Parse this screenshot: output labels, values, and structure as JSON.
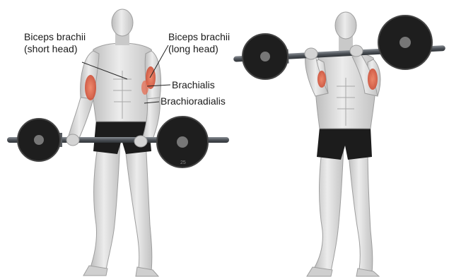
{
  "labels": {
    "biceps_short_line1": "Biceps brachii",
    "biceps_short_line2": "(short head)",
    "biceps_long_line1": "Biceps brachii",
    "biceps_long_line2": "(long head)",
    "brachialis": "Brachialis",
    "brachioradialis": "Brachioradialis"
  },
  "plate_text": "25",
  "colors": {
    "background": "#ffffff",
    "skin": "#d9d9d9",
    "skin_shadow": "#b5b5b5",
    "muscle_highlight": "#e8664a",
    "shorts": "#1c1c1c",
    "barbell": "#555a60",
    "plate": "#1e1e1e",
    "label_text": "#1a1a1a",
    "leader_line": "#222222"
  }
}
